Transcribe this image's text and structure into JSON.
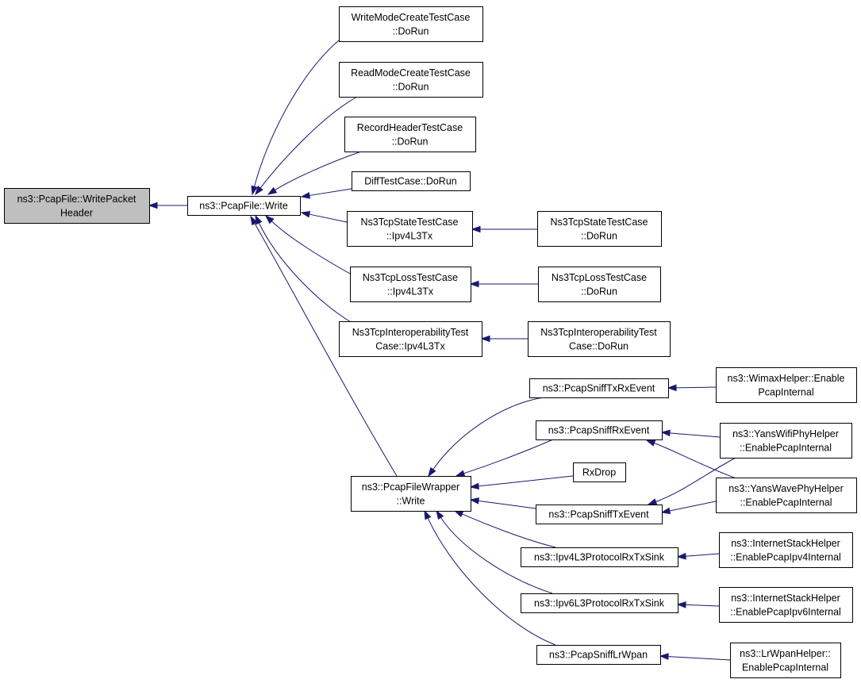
{
  "diagram": {
    "type": "call-graph",
    "colors": {
      "edge": "#191970",
      "focus_fill": "#bfbfbf",
      "node_fill": "#ffffff",
      "border": "#000000"
    },
    "nodes": [
      {
        "id": "writepacketheader",
        "lines": [
          "ns3::PcapFile::WritePacket",
          "Header"
        ],
        "focus": true
      },
      {
        "id": "pcapfile-write",
        "lines": [
          "ns3::PcapFile::Write"
        ]
      },
      {
        "id": "writemode",
        "lines": [
          "WriteModeCreateTestCase",
          "::DoRun"
        ]
      },
      {
        "id": "readmode",
        "lines": [
          "ReadModeCreateTestCase",
          "::DoRun"
        ]
      },
      {
        "id": "recordheader",
        "lines": [
          "RecordHeaderTestCase",
          "::DoRun"
        ]
      },
      {
        "id": "difftestcase",
        "lines": [
          "DiffTestCase::DoRun"
        ]
      },
      {
        "id": "tcpstate-ipv4",
        "lines": [
          "Ns3TcpStateTestCase",
          "::Ipv4L3Tx"
        ]
      },
      {
        "id": "tcpstate-dorun",
        "lines": [
          "Ns3TcpStateTestCase",
          "::DoRun"
        ]
      },
      {
        "id": "tcploss-ipv4",
        "lines": [
          "Ns3TcpLossTestCase",
          "::Ipv4L3Tx"
        ]
      },
      {
        "id": "tcploss-dorun",
        "lines": [
          "Ns3TcpLossTestCase",
          "::DoRun"
        ]
      },
      {
        "id": "tcpinterop-ipv4",
        "lines": [
          "Ns3TcpInteroperabilityTest",
          "Case::Ipv4L3Tx"
        ]
      },
      {
        "id": "tcpinterop-dorun",
        "lines": [
          "Ns3TcpInteroperabilityTest",
          "Case::DoRun"
        ]
      },
      {
        "id": "pcapfilewrapper-write",
        "lines": [
          "ns3::PcapFileWrapper",
          "::Write"
        ]
      },
      {
        "id": "sniff-txrx",
        "lines": [
          "ns3::PcapSniffTxRxEvent"
        ]
      },
      {
        "id": "wimax-helper",
        "lines": [
          "ns3::WimaxHelper::Enable",
          "PcapInternal"
        ]
      },
      {
        "id": "sniff-rx",
        "lines": [
          "ns3::PcapSniffRxEvent"
        ]
      },
      {
        "id": "yanswifi-helper",
        "lines": [
          "ns3::YansWifiPhyHelper",
          "::EnablePcapInternal"
        ]
      },
      {
        "id": "rxdrop",
        "lines": [
          "RxDrop"
        ]
      },
      {
        "id": "sniff-tx",
        "lines": [
          "ns3::PcapSniffTxEvent"
        ]
      },
      {
        "id": "yanswave-helper",
        "lines": [
          "ns3::YansWavePhyHelper",
          "::EnablePcapInternal"
        ]
      },
      {
        "id": "ipv4-sink",
        "lines": [
          "ns3::Ipv4L3ProtocolRxTxSink"
        ]
      },
      {
        "id": "internetstack-ipv4",
        "lines": [
          "ns3::InternetStackHelper",
          "::EnablePcapIpv4Internal"
        ]
      },
      {
        "id": "ipv6-sink",
        "lines": [
          "ns3::Ipv6L3ProtocolRxTxSink"
        ]
      },
      {
        "id": "internetstack-ipv6",
        "lines": [
          "ns3::InternetStackHelper",
          "::EnablePcapIpv6Internal"
        ]
      },
      {
        "id": "sniff-lrwpan",
        "lines": [
          "ns3::PcapSniffLrWpan"
        ]
      },
      {
        "id": "lrwpan-helper",
        "lines": [
          "ns3::LrWpanHelper::",
          "EnablePcapInternal"
        ]
      }
    ],
    "edges": [
      {
        "from": "pcapfile-write",
        "to": "writepacketheader"
      },
      {
        "from": "writemode",
        "to": "pcapfile-write"
      },
      {
        "from": "readmode",
        "to": "pcapfile-write"
      },
      {
        "from": "recordheader",
        "to": "pcapfile-write"
      },
      {
        "from": "difftestcase",
        "to": "pcapfile-write"
      },
      {
        "from": "tcpstate-ipv4",
        "to": "pcapfile-write"
      },
      {
        "from": "tcploss-ipv4",
        "to": "pcapfile-write"
      },
      {
        "from": "tcpinterop-ipv4",
        "to": "pcapfile-write"
      },
      {
        "from": "pcapfilewrapper-write",
        "to": "pcapfile-write"
      },
      {
        "from": "tcpstate-dorun",
        "to": "tcpstate-ipv4"
      },
      {
        "from": "tcploss-dorun",
        "to": "tcploss-ipv4"
      },
      {
        "from": "tcpinterop-dorun",
        "to": "tcpinterop-ipv4"
      },
      {
        "from": "sniff-txrx",
        "to": "pcapfilewrapper-write"
      },
      {
        "from": "sniff-rx",
        "to": "pcapfilewrapper-write"
      },
      {
        "from": "rxdrop",
        "to": "pcapfilewrapper-write"
      },
      {
        "from": "sniff-tx",
        "to": "pcapfilewrapper-write"
      },
      {
        "from": "ipv4-sink",
        "to": "pcapfilewrapper-write"
      },
      {
        "from": "ipv6-sink",
        "to": "pcapfilewrapper-write"
      },
      {
        "from": "sniff-lrwpan",
        "to": "pcapfilewrapper-write"
      },
      {
        "from": "wimax-helper",
        "to": "sniff-txrx"
      },
      {
        "from": "yanswifi-helper",
        "to": "sniff-rx"
      },
      {
        "from": "yanswave-helper",
        "to": "sniff-rx"
      },
      {
        "from": "yanswifi-helper",
        "to": "sniff-tx"
      },
      {
        "from": "yanswave-helper",
        "to": "sniff-tx"
      },
      {
        "from": "internetstack-ipv4",
        "to": "ipv4-sink"
      },
      {
        "from": "internetstack-ipv6",
        "to": "ipv6-sink"
      },
      {
        "from": "lrwpan-helper",
        "to": "sniff-lrwpan"
      }
    ]
  }
}
